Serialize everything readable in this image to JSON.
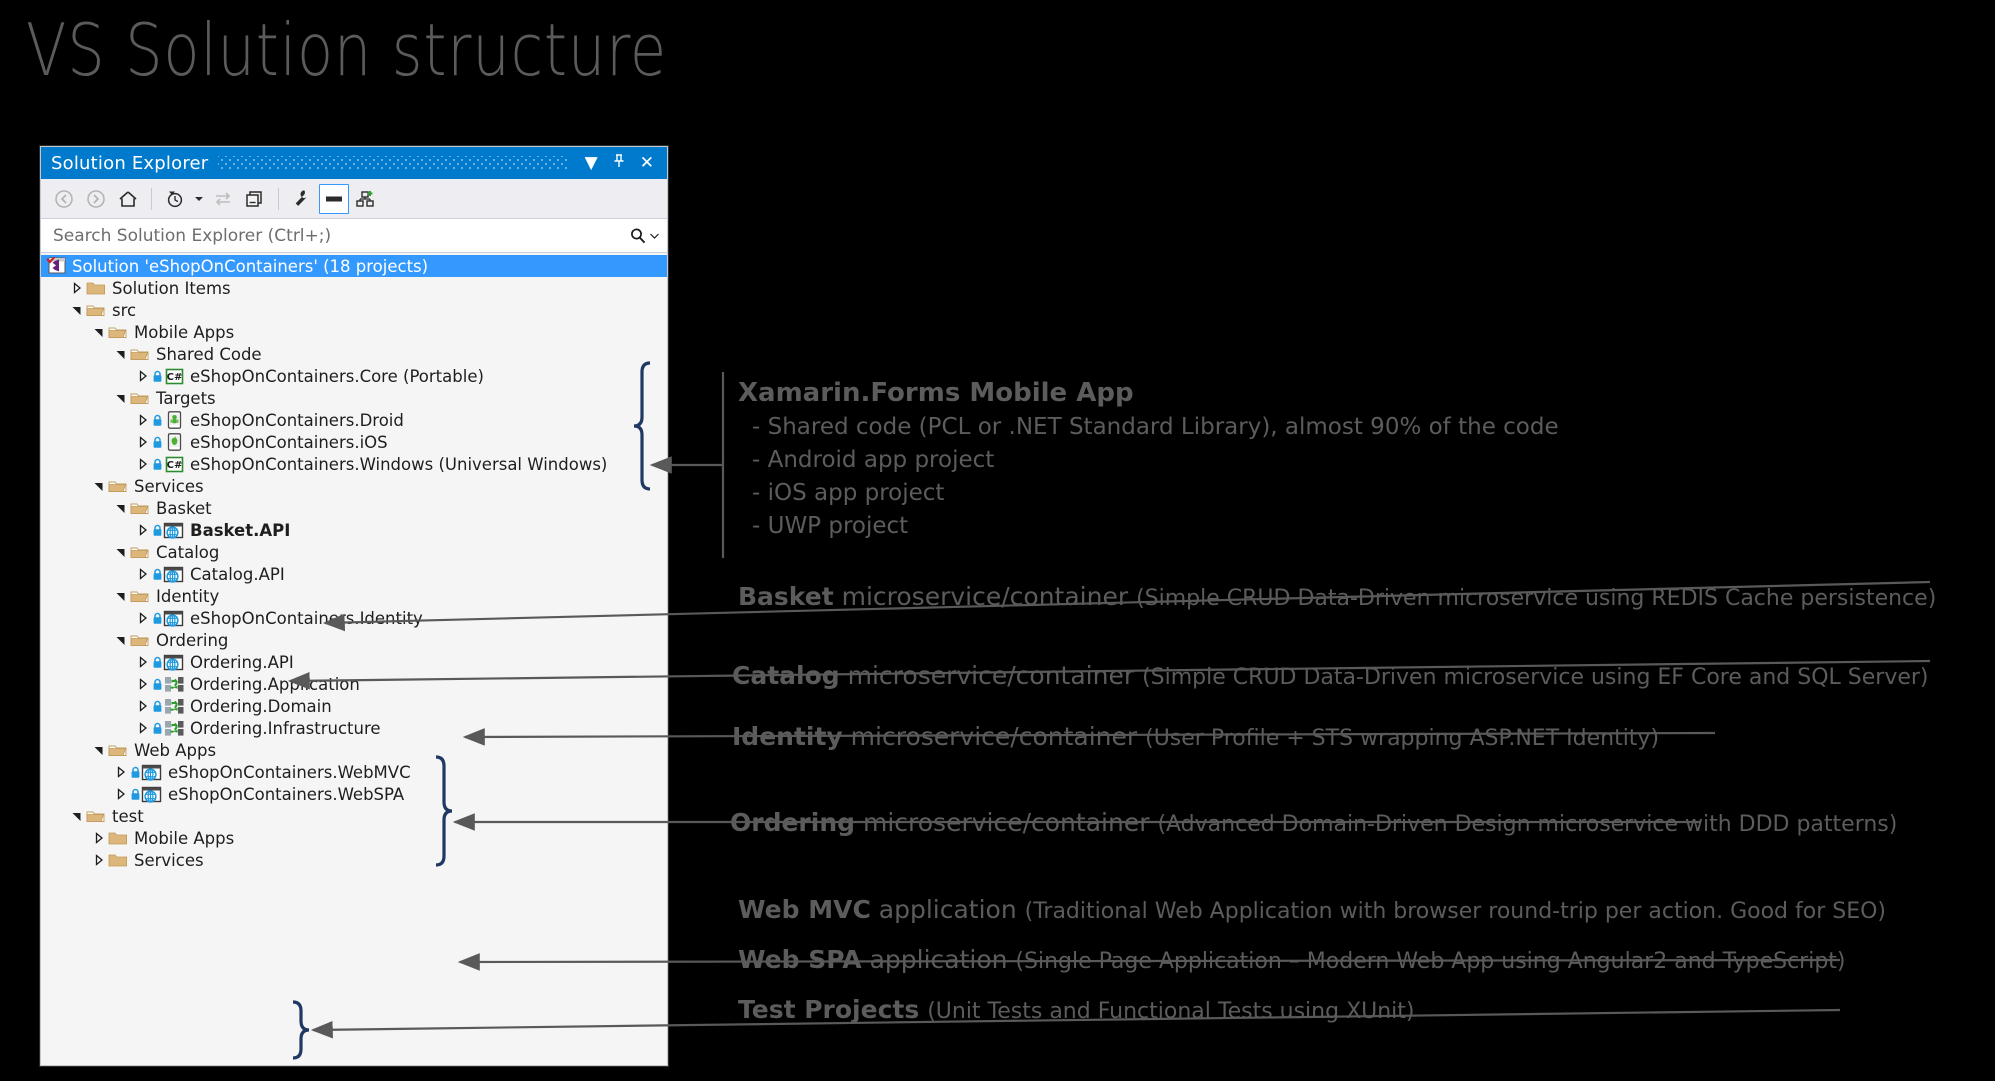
{
  "slide": {
    "title": "VS Solution structure"
  },
  "solution_explorer": {
    "window_title": "Solution Explorer",
    "titlebar_buttons": [
      {
        "name": "dropdown",
        "glyph": "▼"
      },
      {
        "name": "pin",
        "glyph": "⚲"
      },
      {
        "name": "close",
        "glyph": "✕"
      }
    ],
    "toolbar": [
      {
        "name": "back",
        "tip": "Back"
      },
      {
        "name": "forward",
        "tip": "Forward"
      },
      {
        "name": "home",
        "tip": "Home"
      },
      {
        "name": "pending-changes",
        "tip": "Pending Changes Filter"
      },
      {
        "name": "pending-changes-dropdown",
        "tip": "Filter options"
      },
      {
        "name": "sync-with-active-document",
        "tip": "Sync with Active Document"
      },
      {
        "name": "refresh",
        "tip": "Refresh"
      },
      {
        "name": "properties",
        "tip": "Properties"
      },
      {
        "name": "preview-selected-items",
        "tip": "Preview Selected Items",
        "active": true
      },
      {
        "name": "show-all-files",
        "tip": "Show All Files"
      }
    ],
    "search": {
      "placeholder": "Search Solution Explorer (Ctrl+;)",
      "value": ""
    },
    "tree": [
      {
        "label": "Solution 'eShopOnContainers' (18 projects)",
        "depth": 0,
        "state": "selected-root",
        "icon": "vs-solution-icon",
        "twisty": "none",
        "lock": false,
        "selected": true,
        "bold": false
      },
      {
        "label": "Solution Items",
        "depth": 1,
        "icon": "folder-closed-icon",
        "twisty": "closed",
        "lock": false,
        "bold": false
      },
      {
        "label": "src",
        "depth": 1,
        "icon": "folder-open-icon",
        "twisty": "open",
        "lock": false,
        "bold": false
      },
      {
        "label": "Mobile Apps",
        "depth": 2,
        "icon": "folder-open-icon",
        "twisty": "open",
        "lock": false,
        "bold": false
      },
      {
        "label": "Shared Code",
        "depth": 3,
        "icon": "folder-open-icon",
        "twisty": "open",
        "lock": false,
        "bold": false
      },
      {
        "label": "eShopOnContainers.Core (Portable)",
        "depth": 4,
        "icon": "csharp-project-icon",
        "twisty": "closed",
        "lock": true,
        "bold": false
      },
      {
        "label": "Targets",
        "depth": 3,
        "icon": "folder-open-icon",
        "twisty": "open",
        "lock": false,
        "bold": false
      },
      {
        "label": "eShopOnContainers.Droid",
        "depth": 4,
        "icon": "android-project-icon",
        "twisty": "closed",
        "lock": true,
        "bold": false
      },
      {
        "label": "eShopOnContainers.iOS",
        "depth": 4,
        "icon": "ios-project-icon",
        "twisty": "closed",
        "lock": true,
        "bold": false
      },
      {
        "label": "eShopOnContainers.Windows (Universal Windows)",
        "depth": 4,
        "icon": "csharp-project-icon",
        "twisty": "closed",
        "lock": true,
        "bold": false
      },
      {
        "label": "Services",
        "depth": 2,
        "icon": "folder-open-icon",
        "twisty": "open",
        "lock": false,
        "bold": false
      },
      {
        "label": "Basket",
        "depth": 3,
        "icon": "folder-open-icon",
        "twisty": "open",
        "lock": false,
        "bold": false
      },
      {
        "label": "Basket.API",
        "depth": 4,
        "icon": "web-project-icon",
        "twisty": "closed",
        "lock": true,
        "bold": true
      },
      {
        "label": "Catalog",
        "depth": 3,
        "icon": "folder-open-icon",
        "twisty": "open",
        "lock": false,
        "bold": false
      },
      {
        "label": "Catalog.API",
        "depth": 4,
        "icon": "web-project-icon",
        "twisty": "closed",
        "lock": true,
        "bold": false
      },
      {
        "label": "Identity",
        "depth": 3,
        "icon": "folder-open-icon",
        "twisty": "open",
        "lock": false,
        "bold": false
      },
      {
        "label": "eShopOnContainers.Identity",
        "depth": 4,
        "icon": "web-project-icon",
        "twisty": "closed",
        "lock": true,
        "bold": false
      },
      {
        "label": "Ordering",
        "depth": 3,
        "icon": "folder-open-icon",
        "twisty": "open",
        "lock": false,
        "bold": false
      },
      {
        "label": "Ordering.API",
        "depth": 4,
        "icon": "web-project-icon",
        "twisty": "closed",
        "lock": true,
        "bold": false
      },
      {
        "label": "Ordering.Application",
        "depth": 4,
        "icon": "library-project-icon",
        "twisty": "closed",
        "lock": true,
        "bold": false
      },
      {
        "label": "Ordering.Domain",
        "depth": 4,
        "icon": "library-project-icon",
        "twisty": "closed",
        "lock": true,
        "bold": false
      },
      {
        "label": "Ordering.Infrastructure",
        "depth": 4,
        "icon": "library-project-icon",
        "twisty": "closed",
        "lock": true,
        "bold": false
      },
      {
        "label": "Web Apps",
        "depth": 2,
        "icon": "folder-open-icon",
        "twisty": "open",
        "lock": false,
        "bold": false
      },
      {
        "label": "eShopOnContainers.WebMVC",
        "depth": 3,
        "icon": "web-project-icon",
        "twisty": "closed",
        "lock": true,
        "bold": false
      },
      {
        "label": "eShopOnContainers.WebSPA",
        "depth": 3,
        "icon": "web-project-icon",
        "twisty": "closed",
        "lock": true,
        "bold": false
      },
      {
        "label": "test",
        "depth": 1,
        "icon": "folder-open-icon",
        "twisty": "open",
        "lock": false,
        "bold": false
      },
      {
        "label": "Mobile Apps",
        "depth": 2,
        "icon": "folder-closed-icon",
        "twisty": "closed",
        "lock": false,
        "bold": false
      },
      {
        "label": "Services",
        "depth": 2,
        "icon": "folder-closed-icon",
        "twisty": "closed",
        "lock": false,
        "bold": false
      }
    ]
  },
  "annotations": {
    "mobile": {
      "title": "Xamarin.Forms Mobile App",
      "bullets": [
        "- Shared code (PCL or .NET Standard Library), almost 90% of the code",
        "- Android app project",
        "- iOS app project",
        "- UWP project"
      ]
    },
    "lines": [
      {
        "head": "Basket",
        "mid": " microservice/container ",
        "paren": "(Simple CRUD Data-Driven microservice using REDIS Cache persistence)"
      },
      {
        "head": "Catalog",
        "mid": " microservice/container ",
        "paren": "(Simple CRUD Data-Driven microservice using EF Core and SQL Server)"
      },
      {
        "head": "Identity",
        "mid": " microservice/container ",
        "paren": "(User Profile + STS wrapping ASP.NET Identity)"
      },
      {
        "head": "Ordering",
        "mid": " microservice/container ",
        "paren": "(Advanced Domain-Driven Design microservice with DDD patterns)"
      },
      {
        "head": "Web MVC",
        "mid": " application ",
        "paren": "(Traditional Web Application with browser round-trip per action. Good for SEO)"
      },
      {
        "head": "Web SPA",
        "mid": " application ",
        "paren": "(Single Page Application – Modern Web App using Angular2 and TypeScript)"
      },
      {
        "head": "Test Projects",
        "mid": " ",
        "paren": "(Unit Tests and Functional Tests using XUnit)"
      }
    ]
  },
  "colors": {
    "background": "#000000",
    "accent_blue": "#007acc",
    "selection_blue": "#3399ff",
    "brace_navy": "#1f3864",
    "arrow_gray": "#595959",
    "text_gray": "#5c5c5c",
    "folder_tan": "#dcb67a"
  }
}
